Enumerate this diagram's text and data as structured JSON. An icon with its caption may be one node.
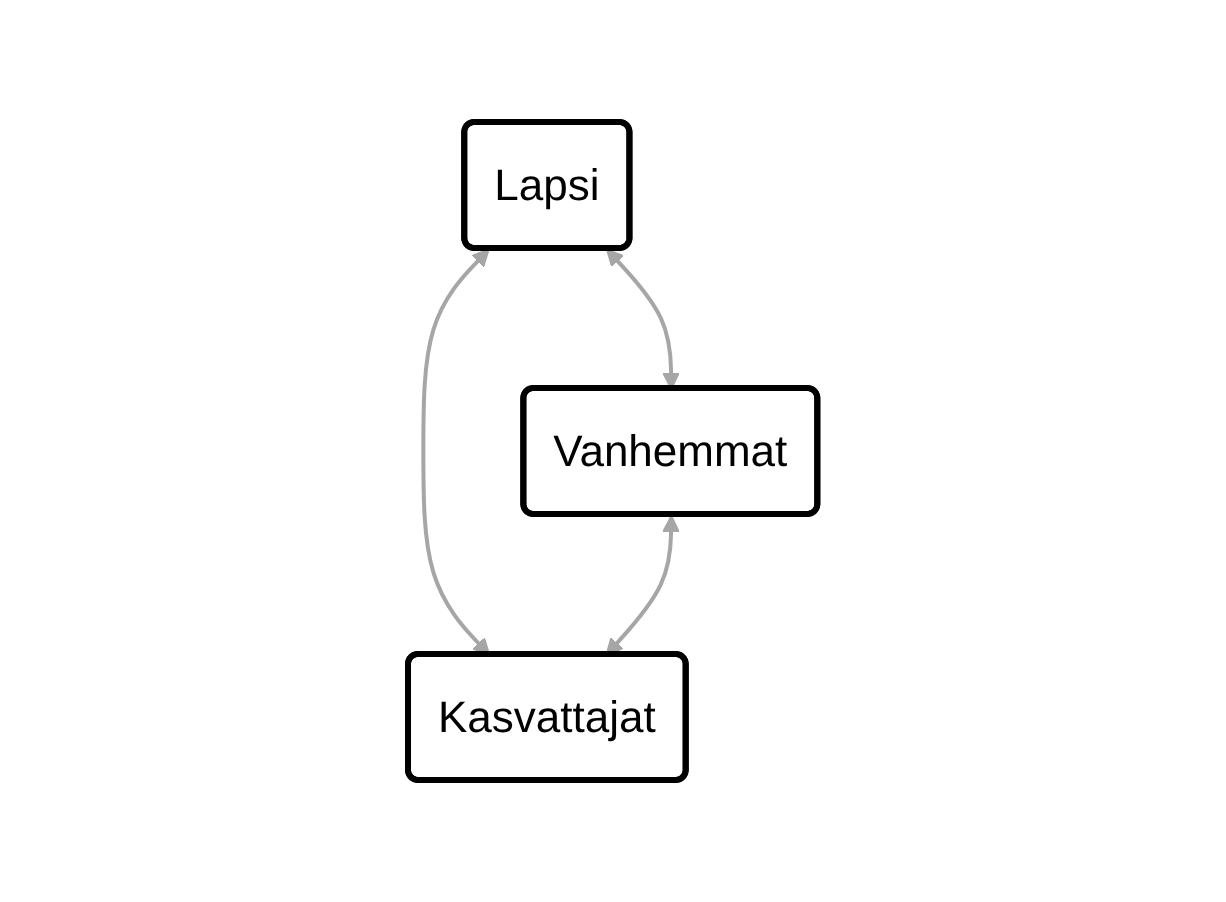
{
  "diagram": {
    "nodes": [
      {
        "text": [
          "Lapsi"
        ]
      },
      {
        "text": [
          "Vanhemmat"
        ]
      },
      {
        "text": [
          "Kasvattajat"
        ]
      }
    ],
    "edges": [
      {
        "from": 0,
        "to": 1,
        "arrow": "both"
      },
      {
        "from": 0,
        "to": 2,
        "arrow": "both"
      },
      {
        "from": 1,
        "to": 2,
        "arrow": "both"
      }
    ]
  }
}
